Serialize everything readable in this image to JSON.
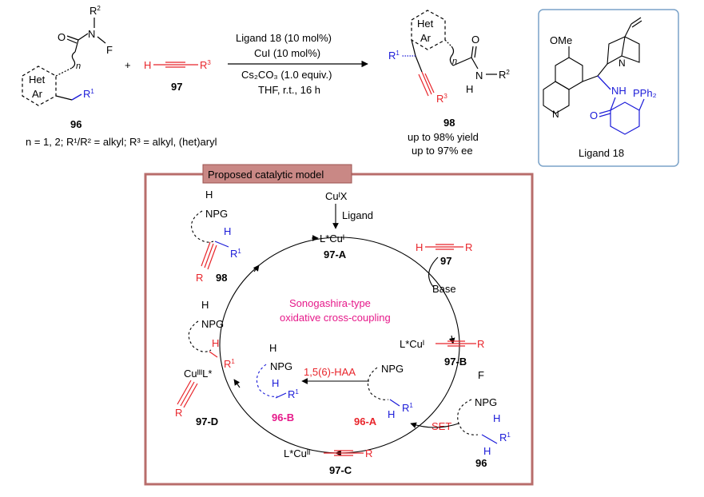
{
  "reaction": {
    "substrate": {
      "ring_label_top": "Het",
      "ring_label_bottom": "Ar",
      "nitrogen": "N",
      "oxygen": "O",
      "fluorine": "F",
      "r2": "R",
      "r2_sup": "2",
      "r1": "R",
      "r1_sup": "1",
      "n": "n",
      "compound": "96"
    },
    "scope_note": "n = 1, 2; R¹/R² = alkyl; R³ = alkyl, (het)aryl",
    "plus": "+",
    "alkyne": {
      "h": "H",
      "r3": "R",
      "r3_sup": "3",
      "compound": "97"
    },
    "conditions": {
      "line1": "Ligand 18 (10 mol%)",
      "line2": "CuI (10 mol%)",
      "line3": "Cs₂CO₃ (1.0 equiv.)",
      "line4": "THF, r.t., 16 h"
    },
    "product": {
      "compound": "98",
      "yield": "up to 98% yield",
      "ee": "up to 97% ee",
      "ring_label_top": "Het",
      "ring_label_bottom": "Ar",
      "r1": "R",
      "r1_sup": "1",
      "r3": "R",
      "r3_sup": "3",
      "oxygen": "O",
      "nitrogen": "N",
      "h": "H",
      "r2": "R",
      "r2_sup": "2",
      "n": "n"
    }
  },
  "ligand": {
    "ome": "OMe",
    "n_quinoline": "N",
    "n_quinuclidine": "N",
    "nh": "NH",
    "o": "O",
    "pph2": "PPh₂",
    "label": "Ligand 18"
  },
  "mechanism": {
    "title": "Proposed catalytic model",
    "center_line1": "Sonogashira-type",
    "center_line2": "oxidative cross-coupling",
    "cux": "CuᴵX",
    "ligand_step": "Ligand",
    "base_step": "Base",
    "set_step": "SET",
    "haa_step": "1,5(6)-HAA",
    "species": {
      "a_formula": "L*Cuᴵ",
      "a_label": "97-A",
      "b_formula": "L*Cuᴵ",
      "b_r": "R",
      "b_label": "97-B",
      "c_formula": "L*Cuᴵᴵ",
      "c_r": "R",
      "c_label": "97-C",
      "d_formula": "CuᴵᴵᴵL*",
      "d_r": "R",
      "d_label": "97-D",
      "alkyne_h": "H",
      "alkyne_r": "R",
      "alkyne_label": "97",
      "rad_a_label": "96-A",
      "rad_b_label": "96-B",
      "sub_label": "96",
      "prod_label": "98",
      "npg": "NPG",
      "h": "H",
      "f": "F",
      "r1": "R",
      "r1_sup": "1",
      "r": "R"
    }
  },
  "colors": {
    "frame": "#b86d6b",
    "title_bg": "#c98885",
    "red": "#e8252b",
    "blue": "#1b1bd8",
    "magenta": "#e6198a",
    "ligand_border": "#7aa2c8"
  }
}
